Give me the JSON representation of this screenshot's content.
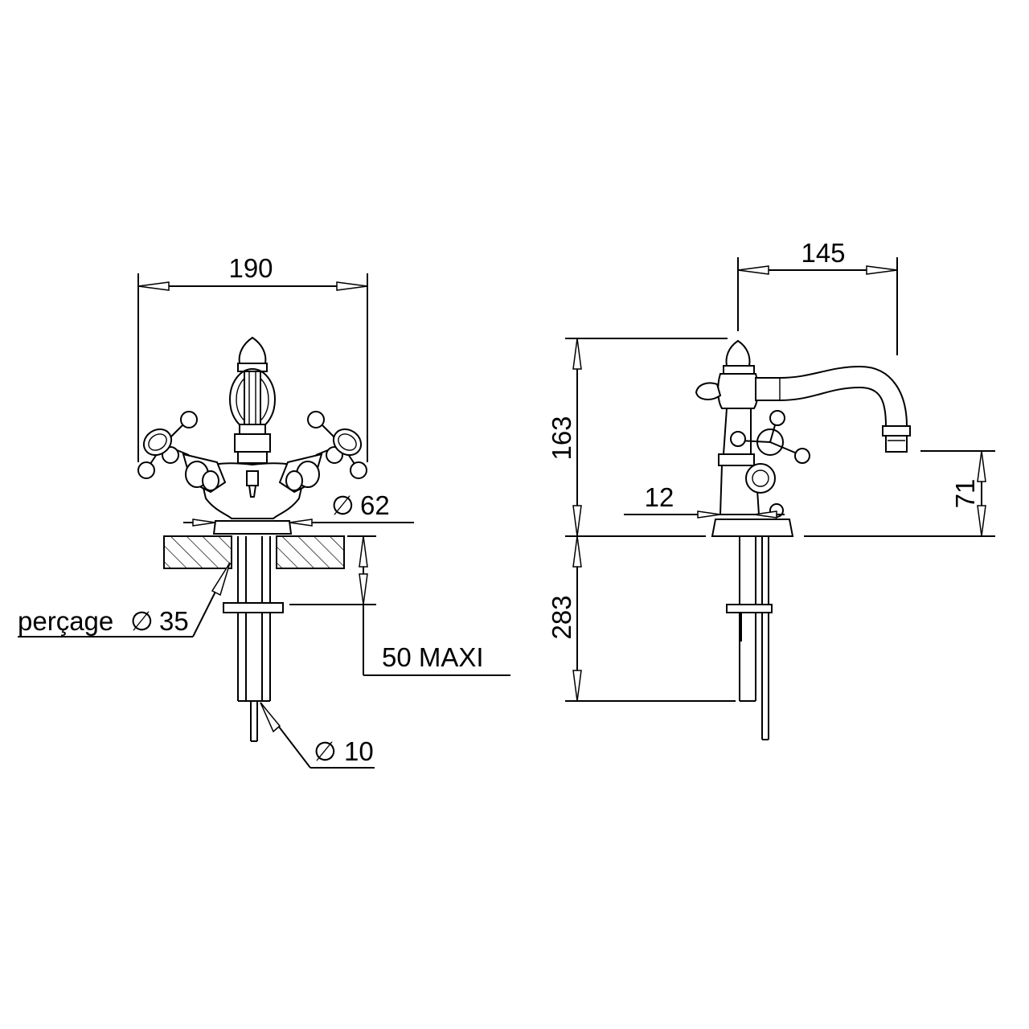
{
  "drawing": {
    "front_view": {
      "dim_width": "190",
      "dim_base_diameter": "62",
      "dim_hole_label": "perçage",
      "dim_hole_diameter": "35",
      "dim_max_thickness": "50 MAXI",
      "dim_rod_diameter": "10",
      "diameter_symbol": "∅"
    },
    "side_view": {
      "dim_reach": "145",
      "dim_height": "163",
      "dim_spout_height": "71",
      "dim_offset": "12",
      "dim_below_counter": "283"
    }
  }
}
